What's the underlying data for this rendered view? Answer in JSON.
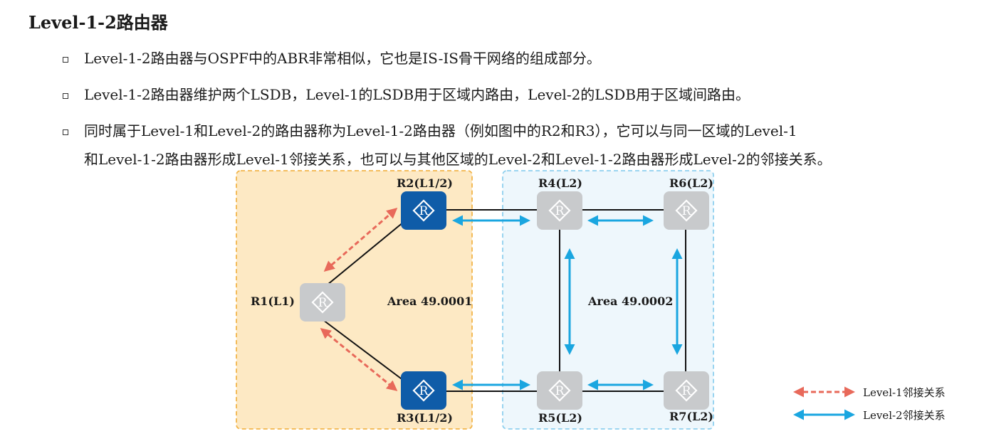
{
  "title": "Level-1-2路由器",
  "bullets": [
    "Level-1-2路由器与OSPF中的ABR非常相似，它也是IS-IS骨干网络的组成部分。",
    "Level-1-2路由器维护两个LSDB，Level-1的LSDB用于区域内路由，Level-2的LSDB用于区域间路由。",
    "同时属于Level-1和Level-2的路由器称为Level-1-2路由器（例如图中的R2和R3），它可以与同一区域的Level-1",
    "和Level-1-2路由器形成Level-1邻接关系，也可以与其他区域的Level-2和Level-1-2路由器形成Level-2的邻接关系。"
  ],
  "diagram": {
    "areas": {
      "area1": "Area 49.0001",
      "area2": "Area 49.0002"
    },
    "routers": {
      "r1": "R1(L1)",
      "r2": "R2(L1/2)",
      "r3": "R3(L1/2)",
      "r4": "R4(L2)",
      "r5": "R5(L2)",
      "r6": "R6(L2)",
      "r7": "R7(L2)"
    },
    "legend": {
      "level1": "Level-1邻接关系",
      "level2": "Level-2邻接关系"
    },
    "colors": {
      "level1_arrow": "#e8695a",
      "level2_arrow": "#1aa6e0",
      "l12_router": "#0f5ca8",
      "l1_l2_router": "#c8cacc",
      "area1_fill": "#fde9c4",
      "area1_border": "#f2b54a",
      "area2_fill": "#eef7fc",
      "area2_border": "#8fd0ee"
    },
    "router_icon": "router-icon"
  }
}
